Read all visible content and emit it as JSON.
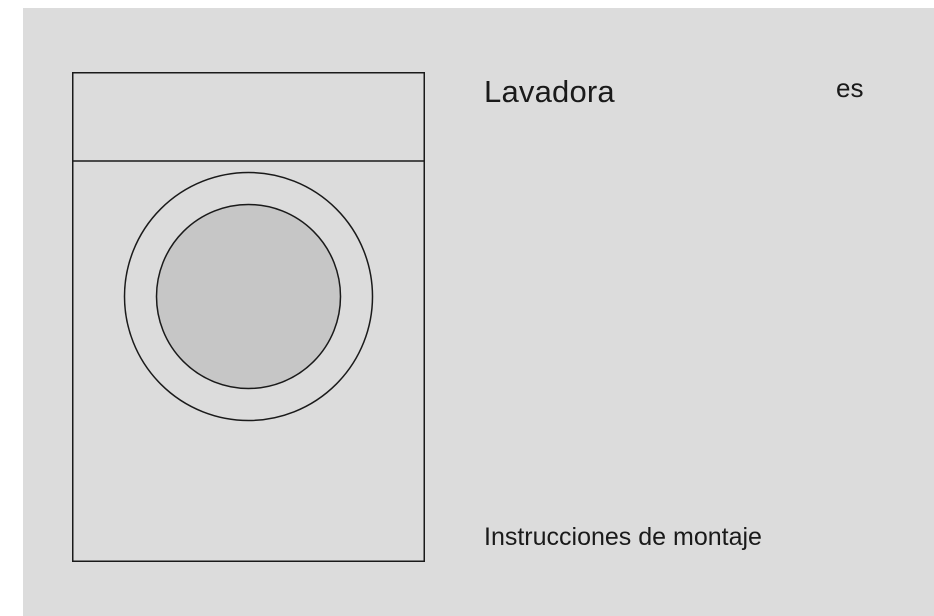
{
  "document": {
    "title": "Lavadora",
    "language_code": "es",
    "subtitle": "Instrucciones de montaje"
  },
  "colors": {
    "background": "#dcdcdc",
    "line": "#1a1a1a",
    "door_glass": "#c6c6c6"
  },
  "icons": {
    "illustration": "washing-machine-icon"
  }
}
